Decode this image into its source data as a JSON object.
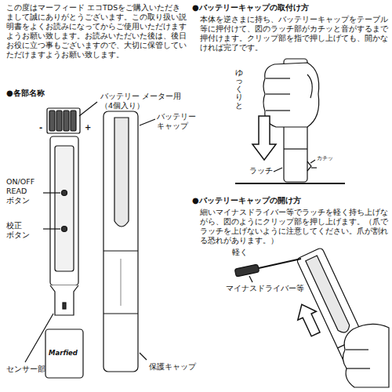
{
  "diagram": {
    "labels": [
      "この度はマーフィード エコTDSをご購入いただきまして誠にありがとうございます。この取り扱い説明書をよくお読みになってからご使用いただけますようお願い致します。お読みいただいた後は、後日お役に立つ事もございますので、大切に保管していただけますようお願い致します。",
      "●各部名称",
      "バッテリー メーター用（4個入り）",
      "バッテリー キャップ",
      "+",
      "-",
      "ON/OFF READ ボタン",
      "校正 ボタン",
      "センサー部",
      "保護キャップ",
      "Marfied",
      "●バッテリーキャップの取付け方",
      "本体を逆さまに持ち、バッテリーキャップをテーブル等に押付けて、図のラッチ部がカチッと音がするまで押付けます。クリップ部を指で押し上げても、開かなければ完了です。",
      "ゆっくりと",
      "ラッチ",
      "カチッ",
      "●バッテリーキャップの開け方",
      "細いマイナスドライバー等でラッチを軽く持ち上げながら、図のようにクリップ部を押し上げます。（爪でラッチを上げないように注意してください。爪が割れる恐れがあります。）",
      "軽く",
      "マイナスドライバー等"
    ]
  }
}
